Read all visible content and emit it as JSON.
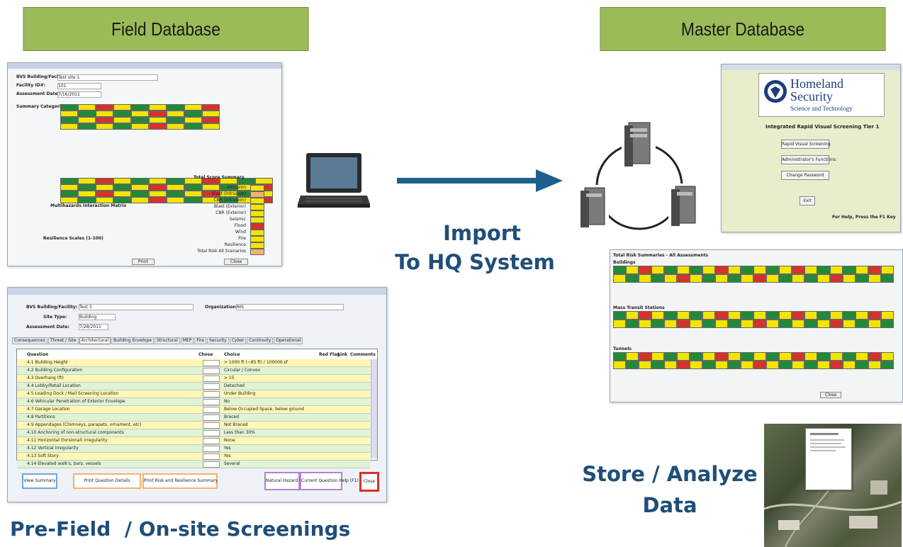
{
  "headers": {
    "field": "Field Database",
    "master": "Master Database"
  },
  "captions": {
    "import_line1": "Import",
    "import_line2": "To HQ System",
    "store_line1": "Store / Analyze",
    "store_line2": "Data",
    "pre_field": "Pre-Field  / On-site Screenings"
  },
  "form_screen": {
    "field_labels": [
      "BVS Building/Facility:",
      "Site Type:",
      "Assessment Date:"
    ],
    "field_values": [
      "Test 3",
      "Building",
      "7/28/2011"
    ],
    "org_label": "Organization:",
    "org_value": "NIS",
    "tabs": [
      "Consequences",
      "Threat / Site",
      "Architectural",
      "Building Envelope",
      "Structural",
      "MEP",
      "Fire",
      "Security",
      "Cyber",
      "Continuity",
      "Operational"
    ],
    "columns": [
      "Question",
      "Chose",
      "Choice",
      "Red Flag",
      "Link",
      "Comments"
    ],
    "questions": [
      "4.1 Building Height",
      "4.2 Building Configuration",
      "4.3 Overhang (ft)",
      "4.4 Lobby/Retail Location",
      "4.5 Loading Dock / Mail Screening Location",
      "4.6 Vehicular Penetration of Exterior Envelope",
      "4.7 Garage Location",
      "4.8 Partitions",
      "4.9 Appendages (Chimneys, parapets, ornament, etc)",
      "4.10 Anchoring of non-structural components",
      "4.11 Horizontal (torsional) irregularity",
      "4.12 Vertical irregularity",
      "4.13 Soft Story",
      "4.14 Elevated walk's, bars, vessels"
    ],
    "choices": [
      "> 1000 ft (~85 ft) / 100000 sf",
      "Circular / Convex",
      "> 15",
      "Detached",
      "Under Building",
      "No",
      "Below Occupied Space, below ground",
      "Braced",
      "Not Braced",
      "Less than 30%",
      "None",
      "Yes",
      "Yes",
      "Several"
    ],
    "buttons": [
      "View Summary",
      "Print Question Details",
      "Print Risk and Resilience Summary",
      "Natural Hazard Help",
      "Current Question Help (F1)",
      "Close"
    ]
  },
  "summary_screen": {
    "labels": [
      "BVS Building/Facility:",
      "Facility ID#:",
      "Assessment Date:"
    ],
    "values": [
      "Test site 1",
      "101",
      "7/16/2011"
    ],
    "section_titles": [
      "Summary Categories",
      "Resilience Scales (1-100)",
      "Multihazards Interaction Matrix",
      "Total Score Summary"
    ],
    "score_labels": [
      "Intrusion",
      "Blast (Intrusion)",
      "CBR (Intrusion)",
      "Blast (Exterior)",
      "CBR (Exterior)",
      "Seismic",
      "Flood",
      "Wind",
      "Fire",
      "Resilience",
      "Total Risk All Scenarios"
    ],
    "buttons": [
      "Print",
      "Close"
    ]
  },
  "login_screen": {
    "brand_line1": "Homeland",
    "brand_line2": "Security",
    "brand_line3": "Science and Technology",
    "title": "Integrated Rapid Visual Screening Tier 1",
    "buttons": [
      "Rapid Visual Screening",
      "Administrator's Functions",
      "Change Password",
      "Exit"
    ],
    "help": "For Help, Press the F1 Key"
  },
  "analysis_screen": {
    "title": "Total Risk Summaries - All Assessments",
    "sections": [
      "Buildings",
      "Mass Transit Stations",
      "Tunnels"
    ],
    "button": "Close"
  },
  "colors": {
    "header_green": "#9bbb59",
    "caption_blue": "#1f4e79",
    "arrow_blue": "#1f5f8b",
    "cell_red": "#d9302c",
    "cell_yellow": "#f2e500",
    "cell_green": "#1f8a3a"
  }
}
